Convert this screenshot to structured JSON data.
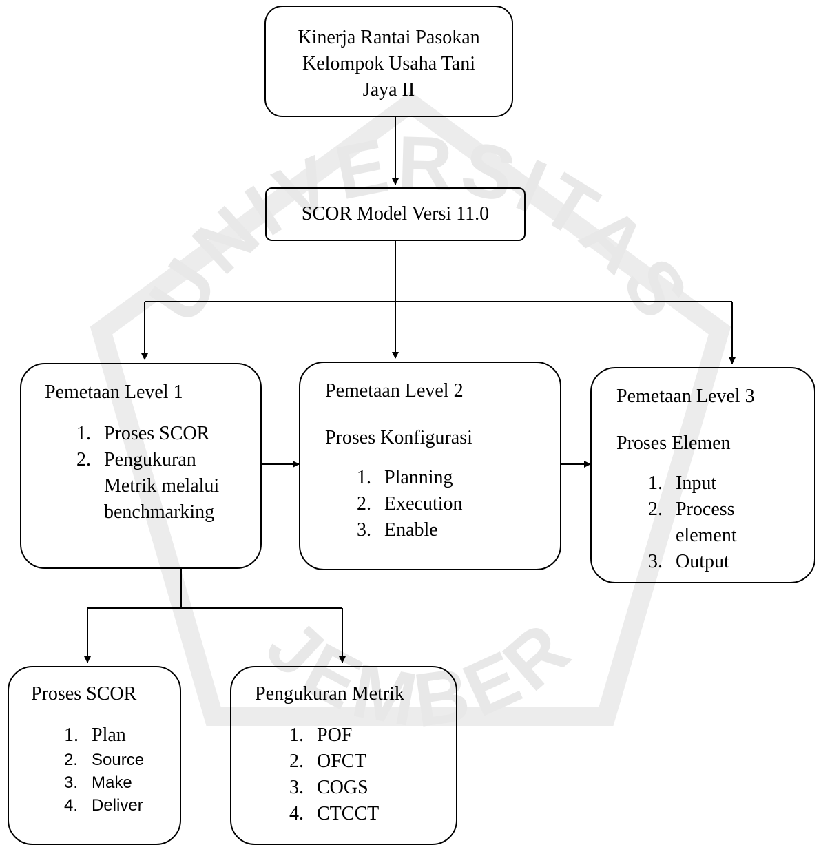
{
  "nodes": {
    "top": {
      "lines": [
        "Kinerja Rantai Pasokan",
        "Kelompok Usaha Tani",
        "Jaya II"
      ]
    },
    "scor_model": {
      "text": "SCOR Model Versi 11.0"
    },
    "level1": {
      "title": "Pemetaan Level 1",
      "items": [
        {
          "num": "1.",
          "text": "Proses SCOR"
        },
        {
          "num": "2.",
          "text": "Pengukuran Metrik melalui benchmarking"
        }
      ]
    },
    "level2": {
      "title": "Pemetaan Level 2",
      "subtitle": "Proses Konfigurasi",
      "items": [
        {
          "num": "1.",
          "text": "Planning"
        },
        {
          "num": "2.",
          "text": "Execution"
        },
        {
          "num": "3.",
          "text": "Enable"
        }
      ]
    },
    "level3": {
      "title": "Pemetaan Level 3",
      "subtitle": "Proses Elemen",
      "items": [
        {
          "num": "1.",
          "text": "Input"
        },
        {
          "num": "2.",
          "text": "Process element"
        },
        {
          "num": "3.",
          "text": "Output"
        }
      ]
    },
    "proses_scor": {
      "title": "Proses SCOR",
      "items": [
        {
          "num": "1.",
          "text": "Plan"
        },
        {
          "num": "2.",
          "text": "Source"
        },
        {
          "num": "3.",
          "text": "Make"
        },
        {
          "num": "4.",
          "text": "Deliver"
        }
      ]
    },
    "pengukuran_metrik": {
      "title": "Pengukuran Metrik",
      "items": [
        {
          "num": "1.",
          "text": "POF"
        },
        {
          "num": "2.",
          "text": "OFCT"
        },
        {
          "num": "3.",
          "text": "COGS"
        },
        {
          "num": "4.",
          "text": "CTCCT"
        }
      ]
    }
  },
  "watermark": {
    "text": "UNIVERSITAS JEMBER",
    "color": "#e6e6e6"
  }
}
